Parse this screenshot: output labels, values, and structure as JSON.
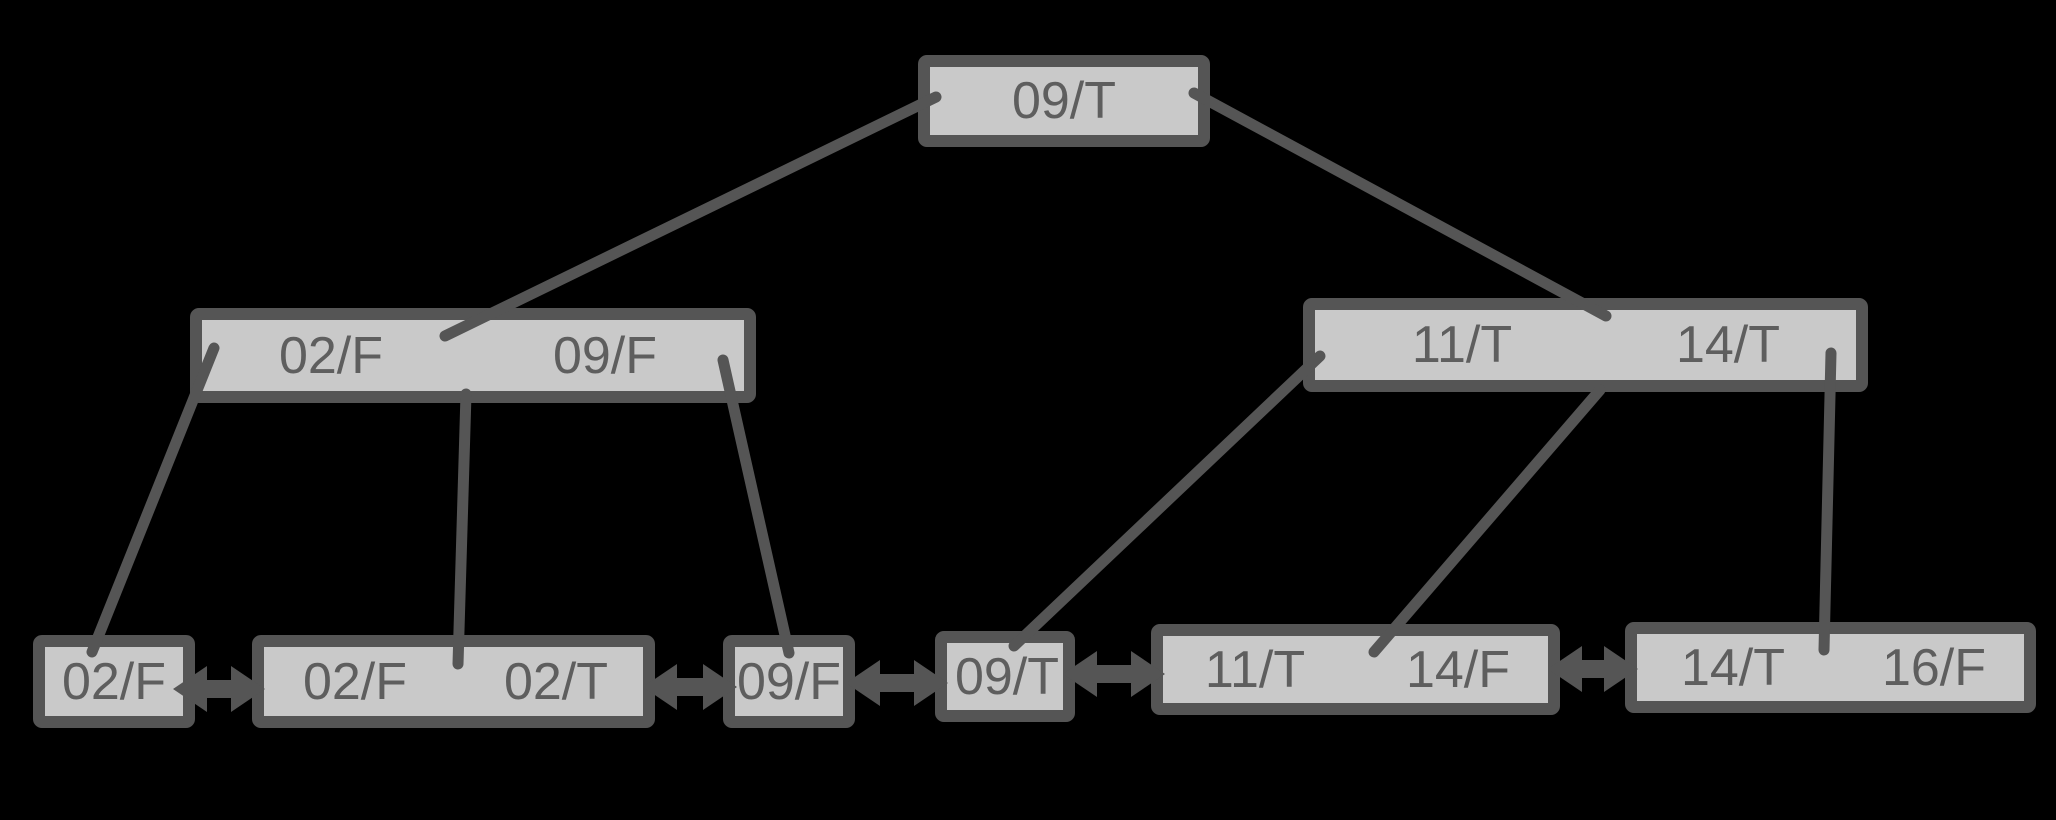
{
  "colors": {
    "background": "#000000",
    "node_fill": "#c9c9c9",
    "stroke": "#555555",
    "label_text": "#5e5e5e"
  },
  "nodes": {
    "root": {
      "keys": [
        "09/T"
      ]
    },
    "internal_left": {
      "keys": [
        "02/F",
        "09/F"
      ]
    },
    "internal_right": {
      "keys": [
        "11/T",
        "14/T"
      ]
    },
    "leaf_1": {
      "keys": [
        "02/F"
      ]
    },
    "leaf_2": {
      "keys": [
        "02/F",
        "02/T"
      ]
    },
    "leaf_3": {
      "keys": [
        "09/F"
      ]
    },
    "leaf_4": {
      "keys": [
        "09/T"
      ]
    },
    "leaf_5": {
      "keys": [
        "11/T",
        "14/F"
      ]
    },
    "leaf_6": {
      "keys": [
        "14/T",
        "16/F"
      ]
    }
  },
  "structure": {
    "root_children": [
      "internal_left",
      "internal_right"
    ],
    "internal_left_children": [
      "leaf_1",
      "leaf_2",
      "leaf_3"
    ],
    "internal_right_children": [
      "leaf_4",
      "leaf_5",
      "leaf_6"
    ],
    "leaf_sibling_links": [
      [
        "leaf_1",
        "leaf_2"
      ],
      [
        "leaf_2",
        "leaf_3"
      ],
      [
        "leaf_3",
        "leaf_4"
      ],
      [
        "leaf_4",
        "leaf_5"
      ],
      [
        "leaf_5",
        "leaf_6"
      ]
    ]
  }
}
